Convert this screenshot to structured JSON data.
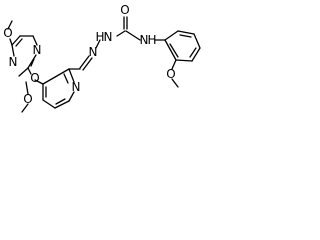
{
  "figure": {
    "atom_labels": {
      "carbonyl_oxygen": "O",
      "nh_left": "N",
      "h_left": "H",
      "nh_right": "N",
      "h_right": "H",
      "hydrazone_n": "N",
      "pyridine_n": "N",
      "ether_oxygen": "O",
      "pyrimidine_n_top": "N",
      "pyrimidine_n_bottom": "N",
      "methoxy_o_top": "O",
      "methoxy_o_bottom": "O",
      "anisole_o": "O"
    },
    "colors": {
      "bond": "#000000",
      "background": "#ffffff"
    }
  }
}
